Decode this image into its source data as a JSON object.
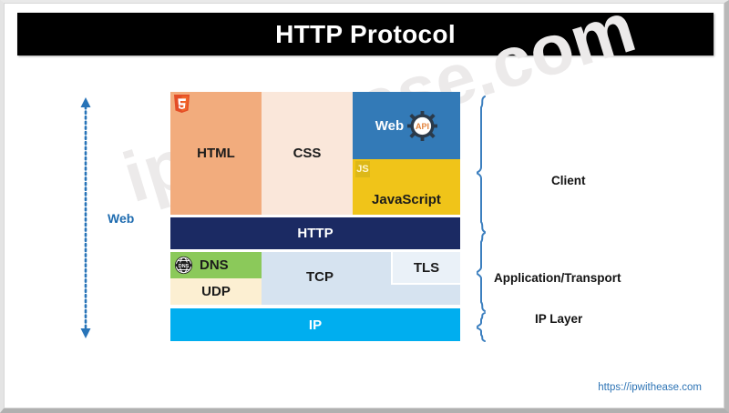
{
  "banner": {
    "title": "HTTP Protocol"
  },
  "watermark": {
    "text": "ipwithease.com"
  },
  "diagram": {
    "layers": {
      "html": {
        "label": "HTML",
        "icon": "html5-logo-icon",
        "color": "#F2AC7D"
      },
      "css": {
        "label": "CSS",
        "color": "#FAE7DA"
      },
      "webapi": {
        "label": "Web",
        "badge": "API",
        "icon": "gear-icon",
        "color": "#337AB7"
      },
      "javascript": {
        "label": "JavaScript",
        "icon": "js-logo-icon",
        "logo_text": "JS",
        "color": "#F0C419"
      },
      "http": {
        "label": "HTTP",
        "color": "#1B2A63"
      },
      "dns": {
        "label": "DNS",
        "icon": "globe-icon",
        "icon_text": "DNS",
        "color": "#8BC95A"
      },
      "udp": {
        "label": "UDP",
        "color": "#FCEFD2"
      },
      "tcp": {
        "label": "TCP",
        "color": "#D6E3F0"
      },
      "tls": {
        "label": "TLS",
        "color": "#EAF1F8"
      },
      "ip": {
        "label": "IP",
        "color": "#00AEEF"
      }
    },
    "left_annotation": {
      "label": "Web",
      "arrow": "double-headed-dotted-arrow",
      "color": "#1F6CB0"
    },
    "right_annotations": [
      {
        "label": "Client"
      },
      {
        "label": "Application/Transport"
      },
      {
        "label": "IP Layer"
      }
    ]
  },
  "footer": {
    "url": "https://ipwithease.com"
  }
}
